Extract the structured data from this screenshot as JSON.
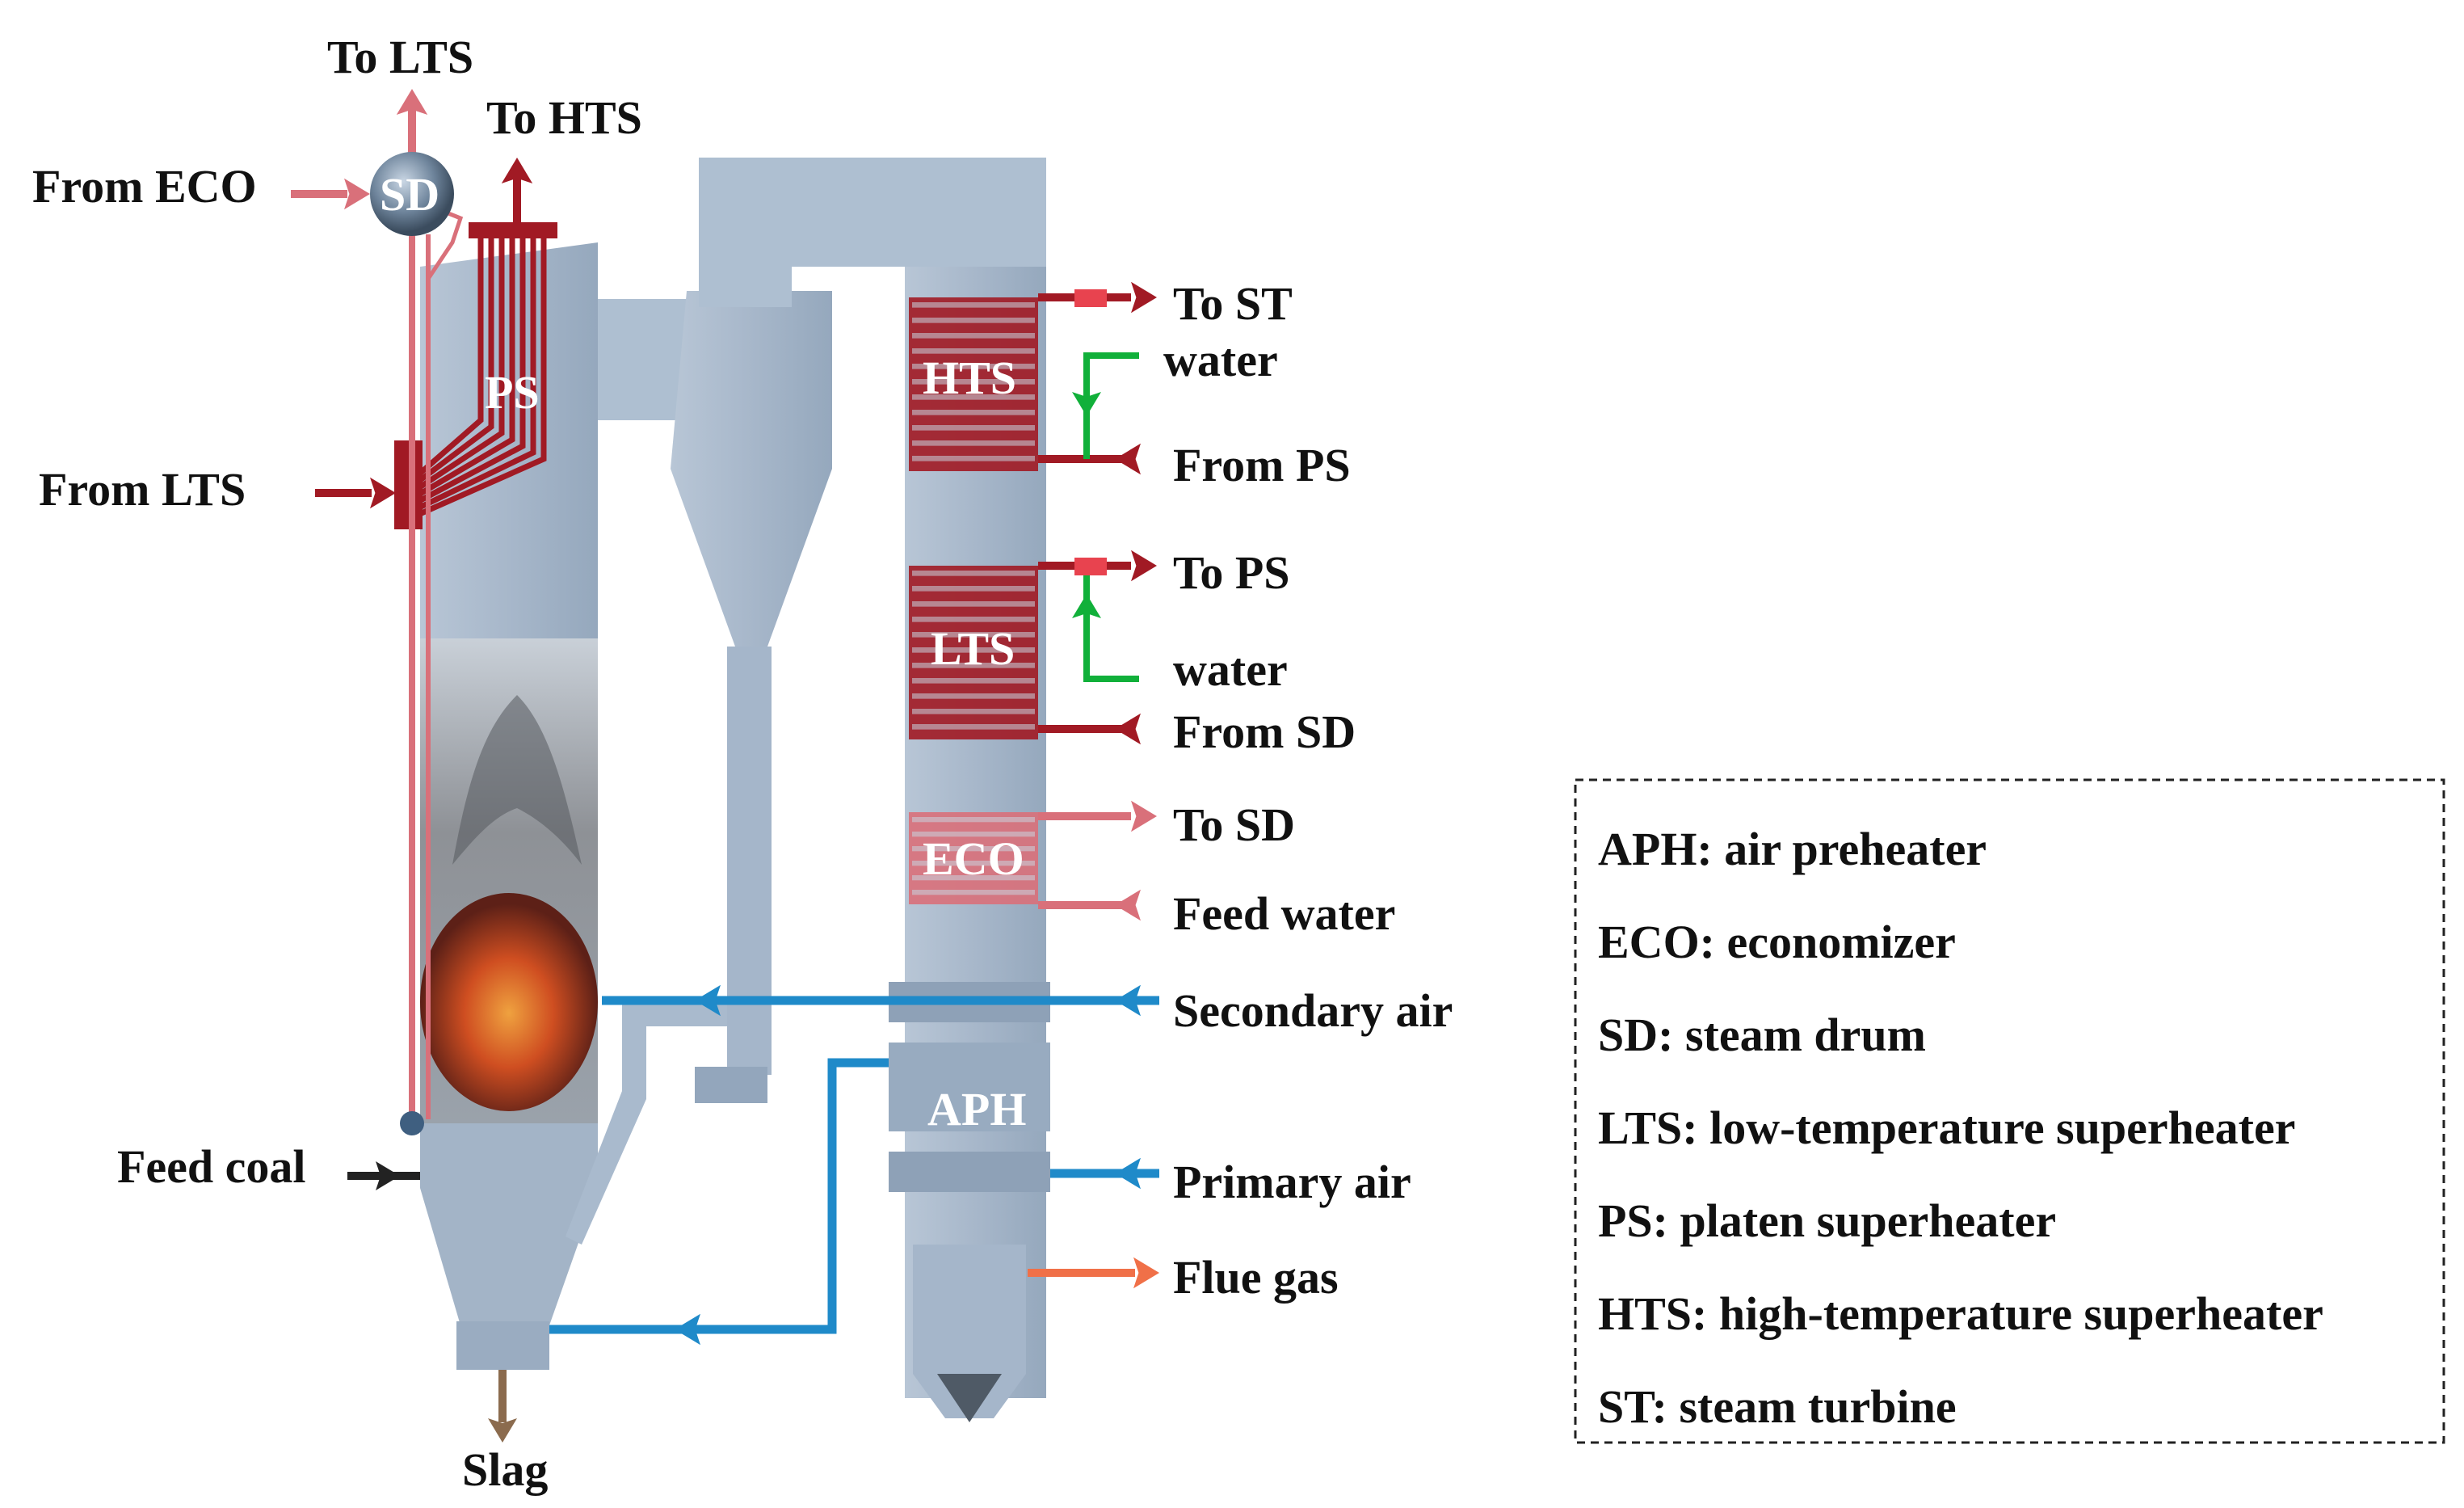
{
  "labels": {
    "to_lts": "To LTS",
    "to_hts": "To HTS",
    "from_eco": "From ECO",
    "sd": "SD",
    "ps": "PS",
    "from_lts": "From LTS",
    "feed_coal": "Feed coal",
    "slag": "Slag",
    "hts": "HTS",
    "lts": "LTS",
    "eco": "ECO",
    "aph": "APH",
    "to_st": "To ST",
    "water_top": "water",
    "from_ps": "From PS",
    "to_ps": "To PS",
    "water_mid": "water",
    "from_sd": "From SD",
    "to_sd": "To SD",
    "feed_water": "Feed water",
    "secondary_air": "Secondary air",
    "primary_air": "Primary air",
    "flue_gas": "Flue gas"
  },
  "legend": [
    "APH: air preheater",
    "ECO: economizer",
    "SD: steam drum",
    "LTS: low-temperature superheater",
    "PS: platen superheater",
    "HTS: high-temperature superheater",
    "ST: steam turbine"
  ],
  "colors": {
    "steel": "#a9b9cc",
    "steel_dark": "#8fa2b8",
    "dark_red": "#a11a24",
    "pink": "#d9707a",
    "blue": "#1f8ac9",
    "green": "#11b03a",
    "orange": "#f07048",
    "slag_brown": "#8b6b4e",
    "black": "#222222"
  }
}
